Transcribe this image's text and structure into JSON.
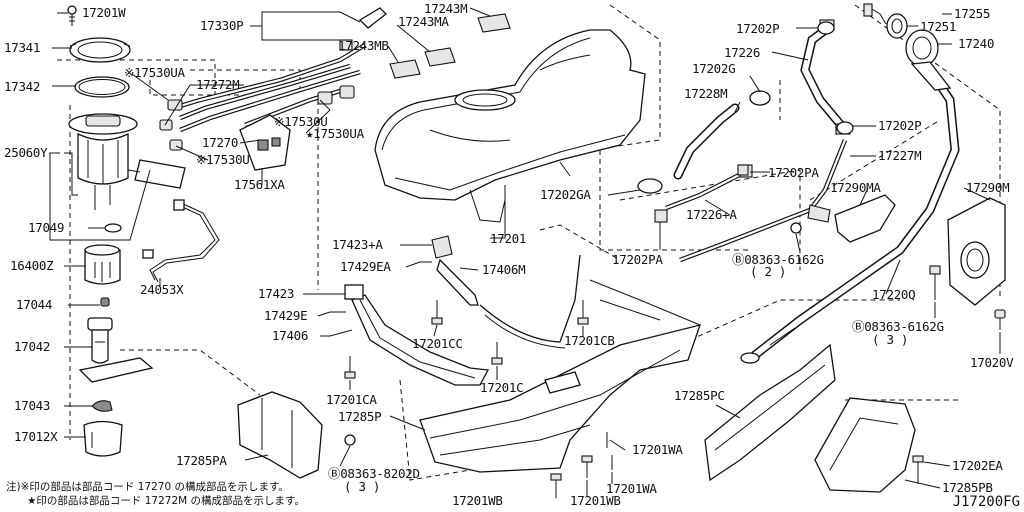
{
  "labels": {
    "p17201w": "17201W",
    "p17341": "17341",
    "p17342": "17342",
    "p25060y": "25060Y",
    "p17049": "17049",
    "p16400z": "16400Z",
    "p17044": "17044",
    "p17042": "17042",
    "p17043": "17043",
    "p17012x": "17012X",
    "p17330p": "17330P",
    "p17530ua_1": "※17530UA",
    "p17272m": "17272M",
    "p17530u_1": "※17530U",
    "p17530ua_2": "★17530UA",
    "p17270": "17270",
    "p17530u_2": "※17530U",
    "p17561xa": "17561XA",
    "p24053x": "24053X",
    "p17243m": "17243M",
    "p17243ma": "17243MA",
    "p17243mb": "17243MB",
    "p17201": "17201",
    "p17423a": "17423+A",
    "p17429ea": "17429EA",
    "p17406m": "17406M",
    "p17423": "17423",
    "p17429e": "17429E",
    "p17406": "17406",
    "p17201cc": "17201CC",
    "p17201cb": "17201CB",
    "p17201c": "17201C",
    "p17201ca": "17201CA",
    "p17285p": "17285P",
    "p17285pa": "17285PA",
    "p08363_8202d": "Ⓑ08363-8202D",
    "p_qty3_a": "( 3 )",
    "p17201wb_1": "17201WB",
    "p17201wb_2": "17201WB",
    "p17201wa_1": "17201WA",
    "p17201wa_2": "17201WA",
    "p17285pc": "17285PC",
    "p17202p_1": "17202P",
    "p17226": "17226",
    "p17202g": "17202G",
    "p17228m": "17228M",
    "p17202ga": "17202GA",
    "p17226a": "17226+A",
    "p17202pa_1": "17202PA",
    "p17202pa_2": "17202PA",
    "p17202p_2": "17202P",
    "p17227m": "17227M",
    "p17290ma": "17290MA",
    "p08363_6162g_1": "Ⓑ08363-6162G",
    "p_qty2": "( 2 )",
    "p17255": "17255",
    "p17251": "17251",
    "p17240": "17240",
    "p17290m": "17290M",
    "p17220q": "17220Q",
    "p08363_6162g_2": "Ⓑ08363-6162G",
    "p_qty3_b": "( 3 )",
    "p17020v": "17020V",
    "p17202ea": "17202EA",
    "p17285pb": "17285PB"
  },
  "notes": {
    "note1": "注)※印の部品は部品コード 17270 の構成部品を示します。",
    "note2": "　　★印の部品は部品コード 17272M の構成部品を示します。"
  },
  "diagram_code": "J17200FG"
}
